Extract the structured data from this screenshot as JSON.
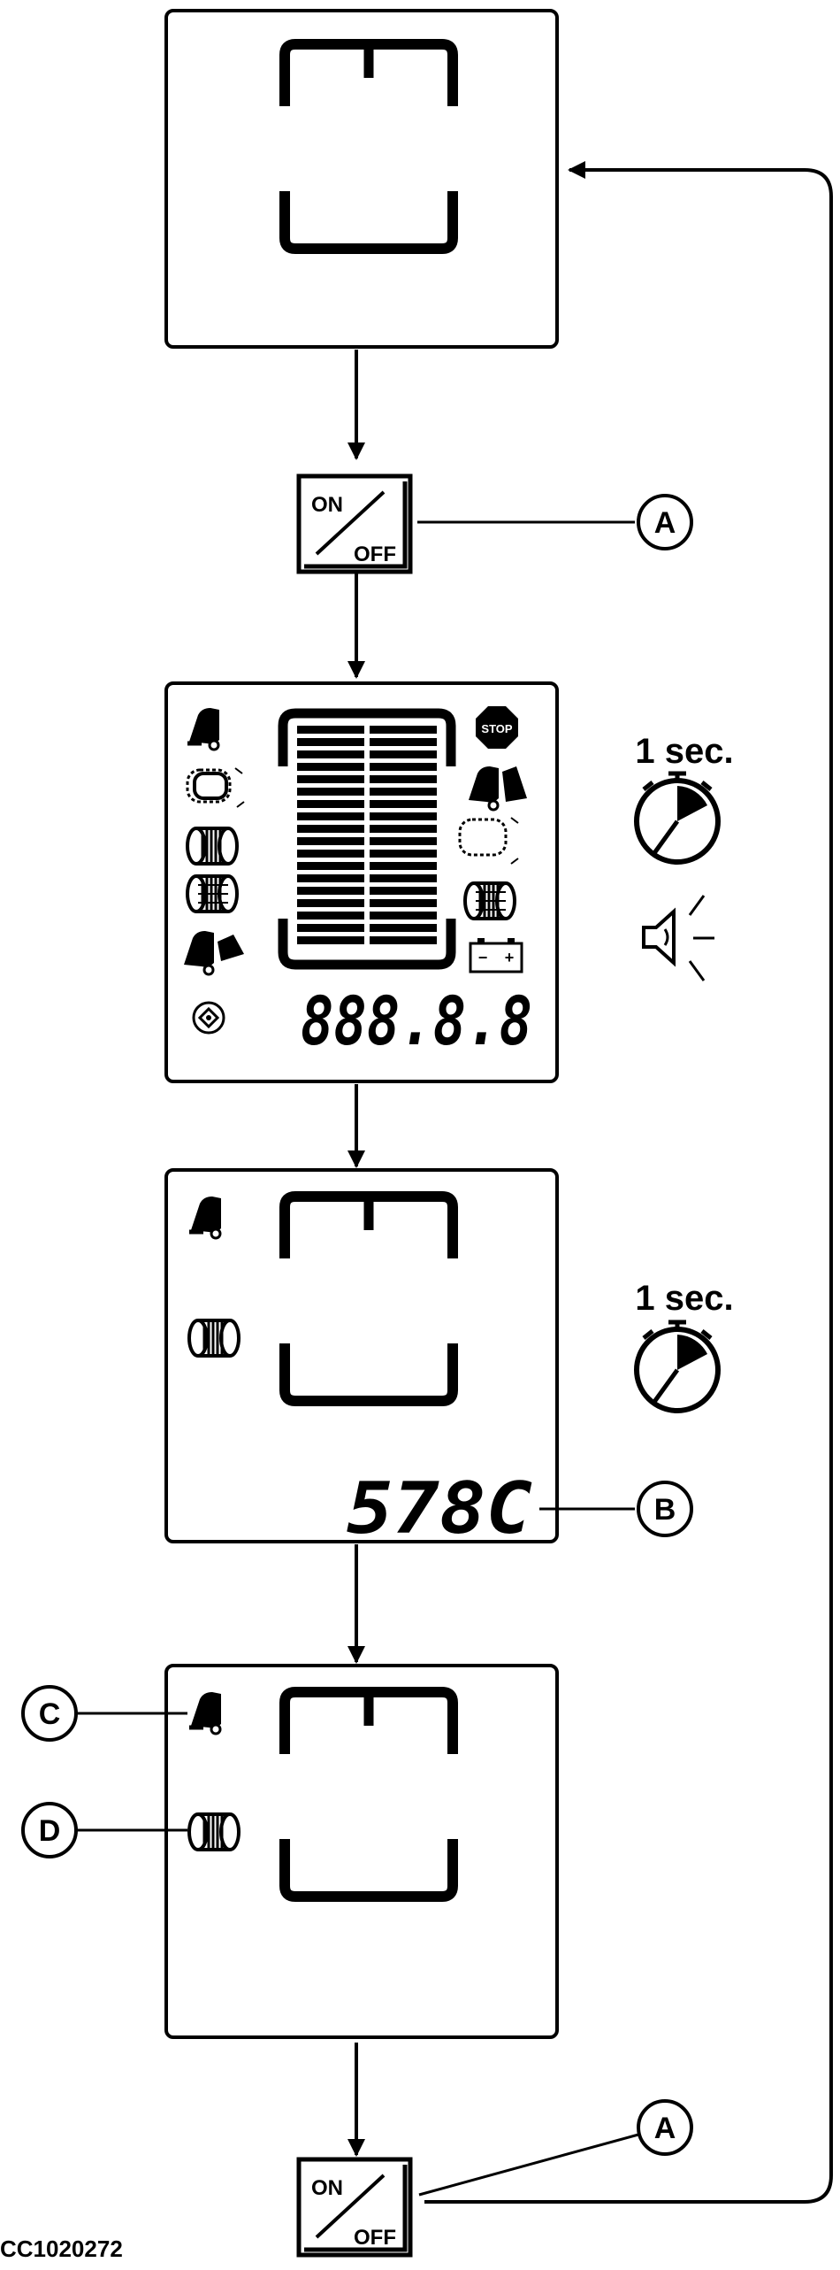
{
  "switch": {
    "on": "ON",
    "off": "OFF"
  },
  "callouts": {
    "a": "A",
    "b": "B",
    "c": "C",
    "d": "D"
  },
  "timer": {
    "label": "1 sec."
  },
  "display": {
    "test_segments": "888.8.8",
    "model_code": "578C",
    "stop_label": "STOP",
    "battery_minus": "−",
    "battery_plus": "+"
  },
  "figure_id": "CC1020272"
}
